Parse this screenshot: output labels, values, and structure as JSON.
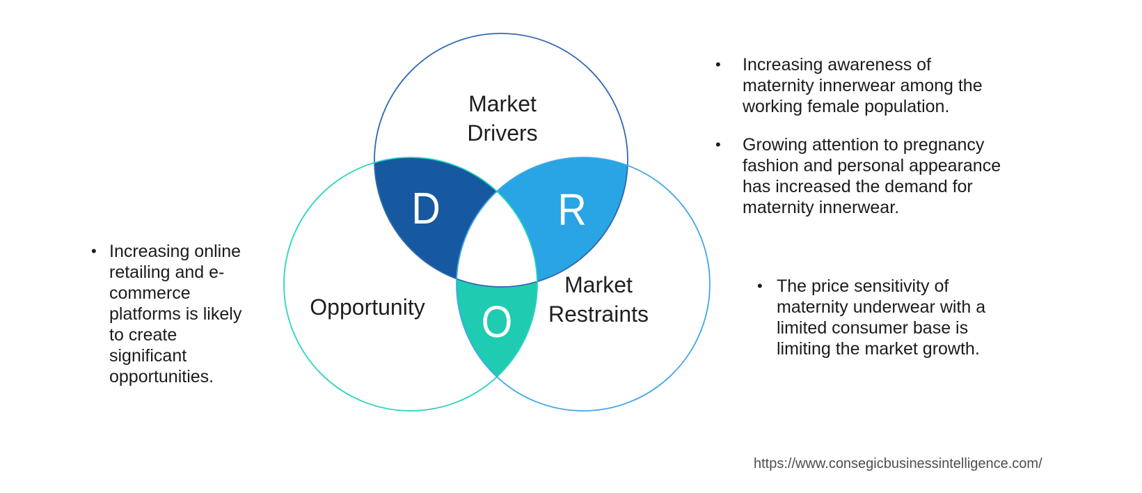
{
  "page": {
    "background": "#FFFFFF",
    "source_url": "https://www.consegicbusinessintelligence.com/"
  },
  "glyphs": {
    "bullet": "•"
  },
  "venn": {
    "drivers": {
      "label_lines": [
        "Market",
        "Drivers"
      ],
      "letter": "D",
      "region_fill": "#1659A0",
      "circle_stroke": "#2D69B0"
    },
    "restraints": {
      "label_lines": [
        "Market",
        "Restraints"
      ],
      "letter": "R",
      "region_fill": "#29A4E4",
      "circle_stroke": "#41A8E8"
    },
    "opportunity": {
      "label_lines": [
        "Opportunity"
      ],
      "letter": "O",
      "region_fill": "#1FCBB1",
      "circle_stroke": "#2BD5BC"
    },
    "center_fill": "#FFFFFF"
  },
  "notes": {
    "opportunity_note": {
      "lines": [
        "Increasing online",
        "retailing and e-",
        "commerce",
        "platforms is likely",
        "to create",
        "significant",
        "opportunities."
      ]
    },
    "driver_notes": [
      {
        "lines": [
          "Increasing awareness of",
          "maternity innerwear among the",
          "working female population."
        ]
      },
      {
        "lines": [
          "Growing attention to pregnancy",
          "fashion and personal appearance",
          "has increased the demand for",
          "maternity innerwear."
        ]
      }
    ],
    "restraint_note": {
      "lines": [
        "The price sensitivity of",
        "maternity underwear with a",
        "limited consumer base is",
        "limiting the market growth."
      ]
    }
  }
}
